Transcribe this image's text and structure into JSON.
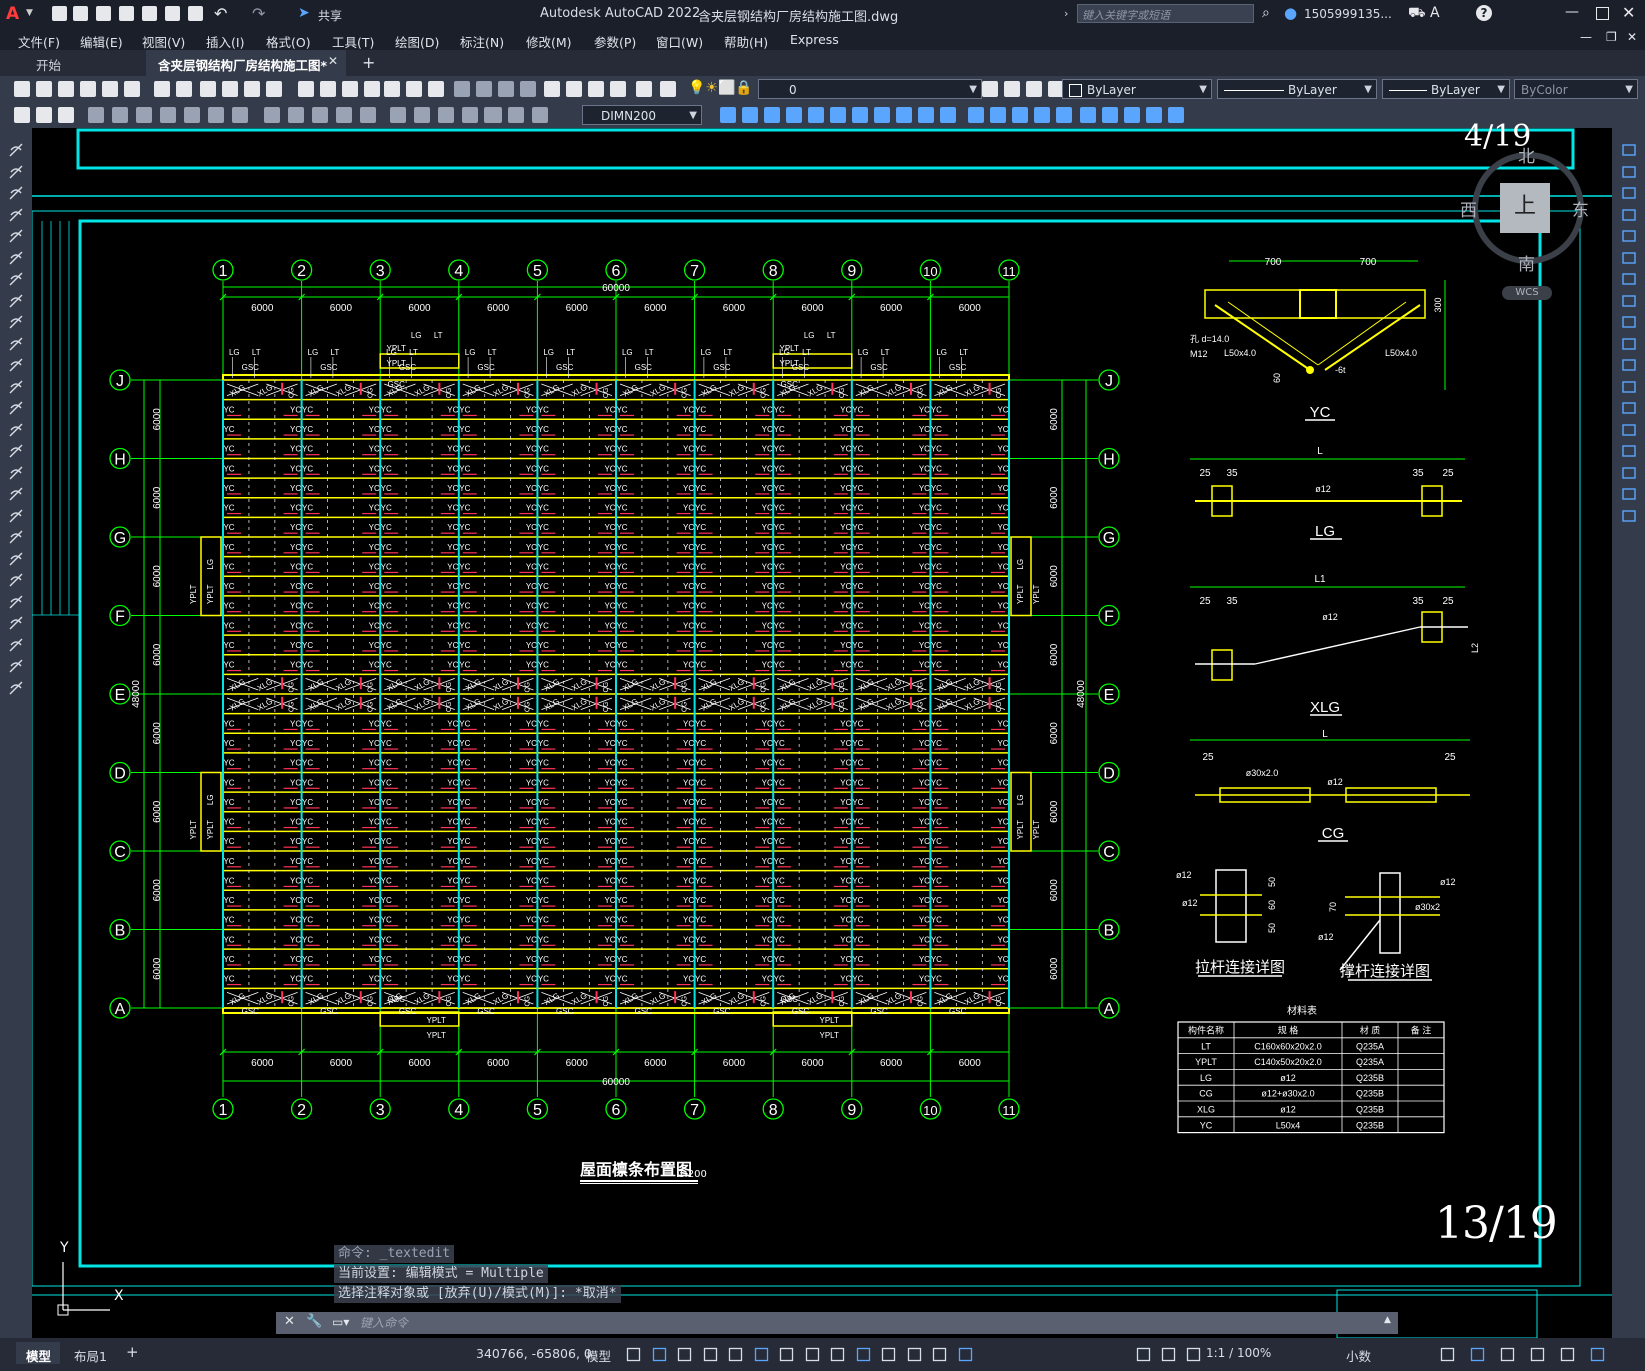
{
  "app": {
    "title": "Autodesk AutoCAD 2022",
    "document": "含夹层钢结构厂房结构施工图.dwg",
    "search_placeholder": "键入关键字或短语",
    "user": "1505999135...",
    "share_label": "共享"
  },
  "menu": [
    "文件(F)",
    "编辑(E)",
    "视图(V)",
    "插入(I)",
    "格式(O)",
    "工具(T)",
    "绘图(D)",
    "标注(N)",
    "修改(M)",
    "参数(P)",
    "窗口(W)",
    "帮助(H)",
    "Express"
  ],
  "tabs": {
    "start": "开始",
    "active": "含夹层钢结构厂房结构施工图*"
  },
  "props": {
    "layer": "0",
    "color": "ByLayer",
    "linetype": "ByLayer",
    "lineweight": "ByLayer",
    "plotstyle": "ByColor",
    "dimstyle": "DIMN200"
  },
  "viewcube": {
    "north": "北",
    "south": "南",
    "east": "东",
    "west": "西",
    "top": "上",
    "wcs": "WCS"
  },
  "drawing": {
    "sheet_prev": "4/19",
    "sheet_no": "13/19",
    "plan_title": "屋面檩条布置图",
    "plan_scale": "1:200",
    "col_axes": [
      "1",
      "2",
      "3",
      "4",
      "5",
      "6",
      "7",
      "8",
      "9",
      "10",
      "11"
    ],
    "row_axes": [
      "J",
      "H",
      "G",
      "F",
      "E",
      "D",
      "C",
      "B",
      "A"
    ],
    "bay_dim": "6000",
    "total_x": "60000",
    "total_y": "48000",
    "labels": {
      "gsc": "GSC",
      "lg": "LG",
      "lt": "LT",
      "yplt": "YPLT",
      "yc": "YC",
      "xlg": "XLG",
      "cg": "CG"
    },
    "details": {
      "yc_title": "YC",
      "yc_dims": [
        "700",
        "700"
      ],
      "yc_notes": [
        "孔 d=14.0",
        "M12",
        "L50x4.0",
        "L50x4.0",
        "-6t",
        "300",
        "60"
      ],
      "lg_title": "LG",
      "lg_dims": [
        "25",
        "35",
        "35",
        "25",
        "L",
        "ø12"
      ],
      "xlg_title": "XLG",
      "xlg_dims": [
        "25",
        "35",
        "35",
        "25",
        "L1",
        "ø12",
        "L2"
      ],
      "cg_title": "CG",
      "cg_dims": [
        "25",
        "25",
        "L",
        "ø30x2.0",
        "ø12"
      ],
      "tie_title": "拉杆连接详图",
      "tie_notes": [
        "ø12",
        "ø12",
        "50",
        "60",
        "50"
      ],
      "brace_title": "撑杆连接详图",
      "brace_notes": [
        "ø12",
        "ø30x2",
        "ø12",
        "70"
      ]
    },
    "material_table": {
      "title": "材料表",
      "headers": [
        "构件名称",
        "规 格",
        "材 质",
        "备 注"
      ],
      "rows": [
        [
          "LT",
          "C160x60x20x2.0",
          "Q235A",
          ""
        ],
        [
          "YPLT",
          "C140x50x20x2.0",
          "Q235A",
          ""
        ],
        [
          "LG",
          "ø12",
          "Q235B",
          ""
        ],
        [
          "CG",
          "ø12+ø30x2.0",
          "Q235B",
          ""
        ],
        [
          "XLG",
          "ø12",
          "Q235B",
          ""
        ],
        [
          "YC",
          "L50x4",
          "Q235B",
          ""
        ]
      ]
    }
  },
  "command": {
    "history": [
      "命令: _textedit",
      "当前设置: 编辑模式 = Multiple",
      "选择注释对象或 [放弃(U)/模式(M)]: *取消*"
    ],
    "placeholder": "键入命令"
  },
  "status": {
    "model_tab": "模型",
    "layout_tab": "布局1",
    "coords": "340766, -65806, 0",
    "model_space": "模型",
    "scale": "1:1 / 100%",
    "units": "小数"
  },
  "ucs": {
    "y": "Y",
    "x": "X"
  },
  "colors": {
    "cad_bg": "#000000",
    "frame": "#00e5e5",
    "grid": "#00ff00",
    "member": "#ffff00",
    "bolt": "#ff3355",
    "accent": "#5aa6ff"
  }
}
